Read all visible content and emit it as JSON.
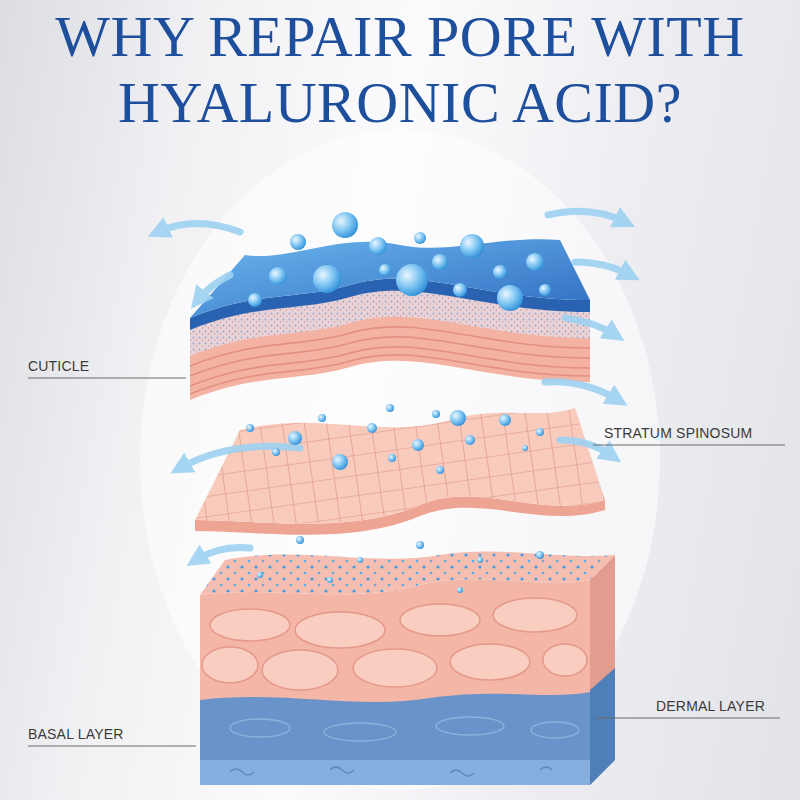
{
  "diagram": {
    "title": "WHY REPAIR PORE WITH HYALURONIC ACID?",
    "labels": [
      "CUTICLE",
      "STRATUM SPINOSUM",
      "BASAL LAYER",
      "DERMAL LAYER"
    ]
  }
}
